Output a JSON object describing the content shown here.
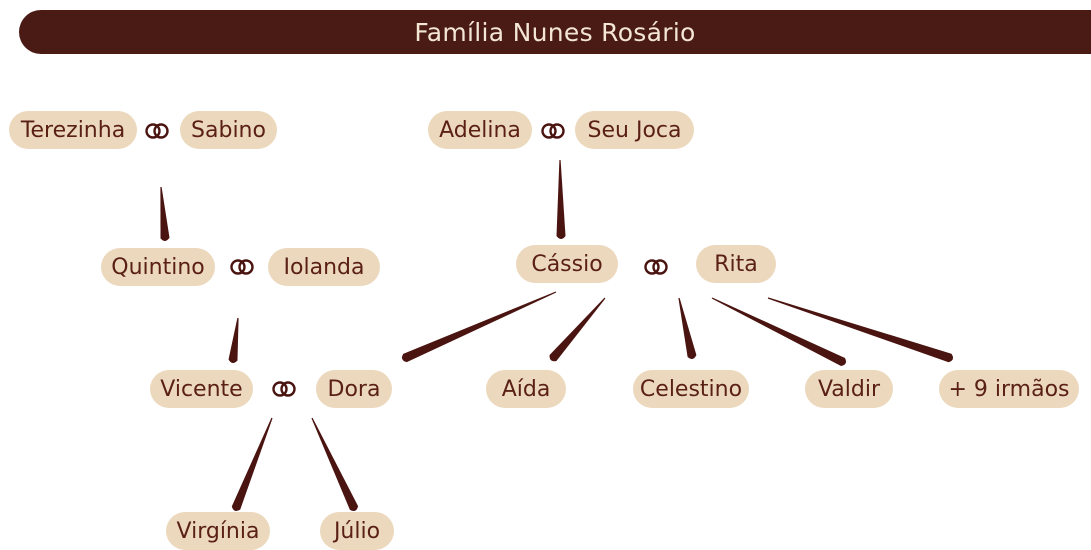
{
  "title": "Família Nunes Rosário",
  "colors": {
    "banner": "#4a1a14",
    "banner_text": "#f3e6d3",
    "pill": "#ecd9bd",
    "text": "#5a1f15",
    "stroke": "#4a1410"
  },
  "icons": {
    "marriage": "interlocked-rings-icon"
  },
  "people": {
    "terezinha": "Terezinha",
    "sabino": "Sabino",
    "adelina": "Adelina",
    "seu_joca": "Seu Joca",
    "quintino": "Quintino",
    "iolanda": "Iolanda",
    "cassio": "Cássio",
    "rita": "Rita",
    "vicente": "Vicente",
    "dora": "Dora",
    "aida": "Aída",
    "celestino": "Celestino",
    "valdir": "Valdir",
    "more_siblings": "+ 9 irmãos",
    "virginia": "Virgínia",
    "julio": "Júlio"
  },
  "couples": [
    [
      "terezinha",
      "sabino"
    ],
    [
      "adelina",
      "seu_joca"
    ],
    [
      "quintino",
      "iolanda"
    ],
    [
      "cassio",
      "rita"
    ],
    [
      "vicente",
      "dora"
    ]
  ],
  "descent": [
    {
      "parents": [
        "terezinha",
        "sabino"
      ],
      "child": "quintino"
    },
    {
      "parents": [
        "adelina",
        "seu_joca"
      ],
      "child": "cassio"
    },
    {
      "parents": [
        "quintino",
        "iolanda"
      ],
      "child": "vicente"
    },
    {
      "parents": [
        "cassio",
        "rita"
      ],
      "child": "dora"
    },
    {
      "parents": [
        "cassio",
        "rita"
      ],
      "child": "aida"
    },
    {
      "parents": [
        "cassio",
        "rita"
      ],
      "child": "celestino"
    },
    {
      "parents": [
        "cassio",
        "rita"
      ],
      "child": "valdir"
    },
    {
      "parents": [
        "cassio",
        "rita"
      ],
      "child": "more_siblings"
    },
    {
      "parents": [
        "vicente",
        "dora"
      ],
      "child": "virginia"
    },
    {
      "parents": [
        "vicente",
        "dora"
      ],
      "child": "julio"
    }
  ]
}
